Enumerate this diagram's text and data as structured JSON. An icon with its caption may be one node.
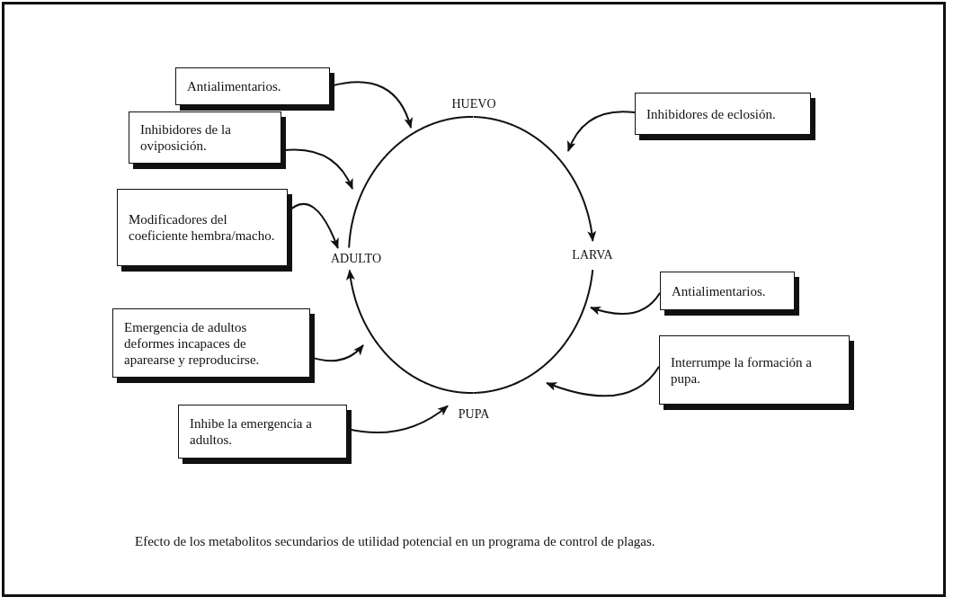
{
  "diagram": {
    "caption": "Efecto de los metabolitos secundarios de utilidad potencial en un programa de control de plagas.",
    "nodes": [
      {
        "text": [
          "Antialimentarios."
        ]
      },
      {
        "text": [
          "HUEVO"
        ]
      },
      {
        "text": [
          "Inhibidores de eclosión."
        ]
      },
      {
        "text": [
          "Inhibidores de la oviposición."
        ]
      },
      {
        "text": [
          "Modificadores del coeficiente hembra/macho."
        ]
      },
      {
        "text": [
          "ADULTO"
        ]
      },
      {
        "text": [
          "LARVA"
        ]
      },
      {
        "text": [
          "Antialimentarios."
        ]
      },
      {
        "text": [
          "Emergencia de adultos deformes incapaces de aparearse y reproducirse."
        ]
      },
      {
        "text": [
          "Interrumpe la formación a pupa."
        ]
      },
      {
        "text": [
          "Inhibe la emergencia a adultos."
        ]
      },
      {
        "text": [
          "PUPA"
        ]
      }
    ],
    "edges": [
      {
        "from": 5,
        "to": 1,
        "arrow": "none"
      },
      {
        "from": 1,
        "to": 6,
        "arrow": "to"
      },
      {
        "from": 6,
        "to": 11,
        "arrow": "none"
      },
      {
        "from": 11,
        "to": 5,
        "arrow": "to"
      },
      {
        "from": 0,
        "to": null,
        "arrow": "to"
      },
      {
        "from": 2,
        "to": null,
        "arrow": "to"
      },
      {
        "from": 3,
        "to": null,
        "arrow": "to"
      },
      {
        "from": 4,
        "to": 5,
        "arrow": "to"
      },
      {
        "from": 7,
        "to": null,
        "arrow": "to"
      },
      {
        "from": 9,
        "to": null,
        "arrow": "to"
      },
      {
        "from": 8,
        "to": null,
        "arrow": "to"
      },
      {
        "from": 10,
        "to": 11,
        "arrow": "to"
      }
    ]
  }
}
